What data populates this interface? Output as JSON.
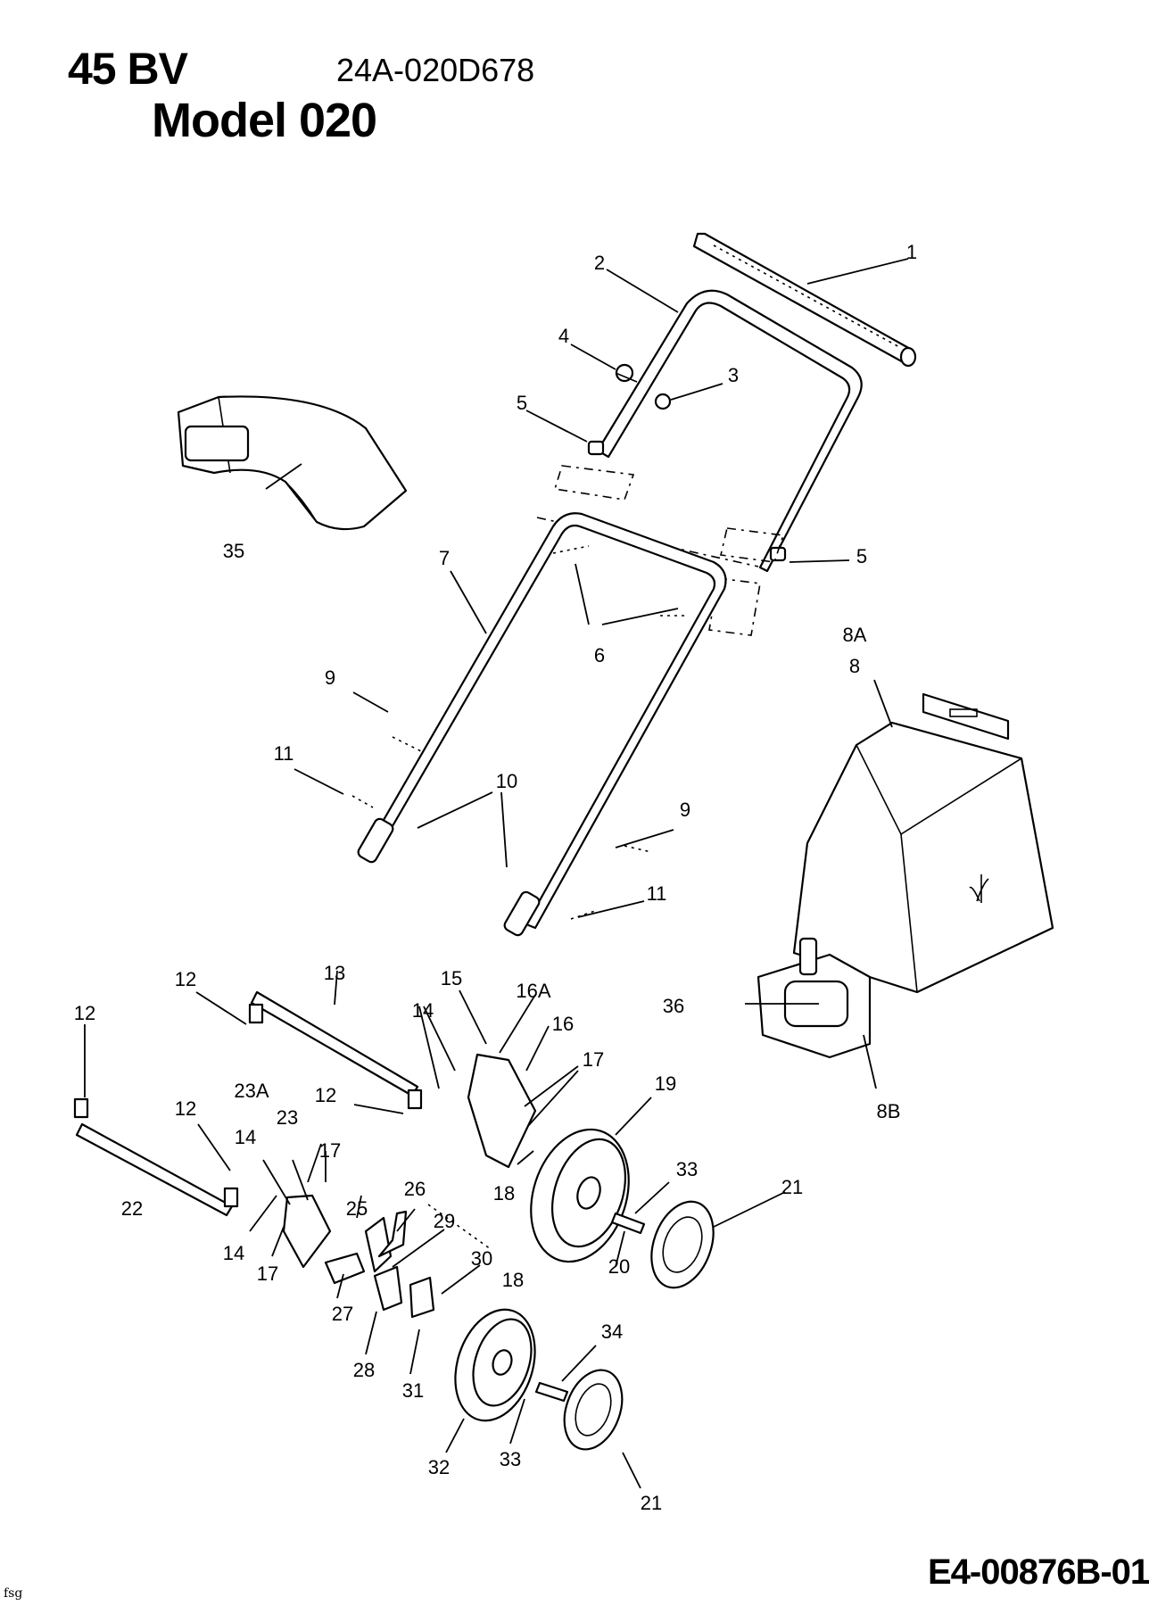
{
  "header": {
    "model": "45 BV",
    "part_number": "24A-020D678",
    "subtitle": "Model 020"
  },
  "footer": {
    "initials": "fsg",
    "drawing_number": "E4-00876B-01"
  },
  "callouts": {
    "c1": "1",
    "c2": "2",
    "c3": "3",
    "c4": "4",
    "c5a": "5",
    "c5b": "5",
    "c6": "6",
    "c7": "7",
    "c8a": "8A",
    "c8": "8",
    "c8b": "8B",
    "c9a": "9",
    "c9b": "9",
    "c10": "10",
    "c11a": "11",
    "c11b": "11",
    "c12a": "12",
    "c12b": "12",
    "c12c": "12",
    "c12d": "12",
    "c13": "13",
    "c14a": "14",
    "c14b": "14",
    "c14c": "14",
    "c15": "15",
    "c16a": "16A",
    "c16": "16",
    "c17a": "17",
    "c17b": "17",
    "c17c": "17",
    "c18a": "18",
    "c18b": "18",
    "c19": "19",
    "c20": "20",
    "c21a": "21",
    "c21b": "21",
    "c22": "22",
    "c23a": "23A",
    "c23": "23",
    "c25": "25",
    "c26": "26",
    "c27": "27",
    "c28": "28",
    "c29": "29",
    "c30": "30",
    "c31": "31",
    "c32": "32",
    "c33a": "33",
    "c33b": "33",
    "c34": "34",
    "c35": "35",
    "c36": "36"
  }
}
